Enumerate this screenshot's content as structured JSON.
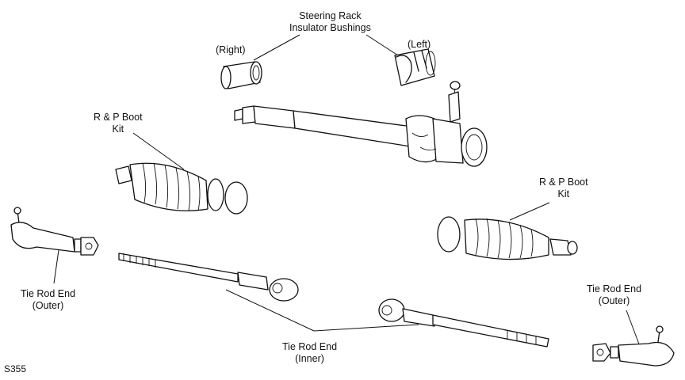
{
  "labels": {
    "bushings": [
      "Steering Rack",
      "Insulator Bushings"
    ],
    "right": "(Right)",
    "left": "(Left)",
    "boot_left": [
      "R & P Boot",
      "Kit"
    ],
    "boot_right": [
      "R & P Boot",
      "Kit"
    ],
    "tre_outer_left": [
      "Tie Rod End",
      "(Outer)"
    ],
    "tre_outer_right": [
      "Tie Rod End",
      "(Outer)"
    ],
    "tre_inner": [
      "Tie Rod End",
      "(Inner)"
    ],
    "figure_code": "S355"
  }
}
